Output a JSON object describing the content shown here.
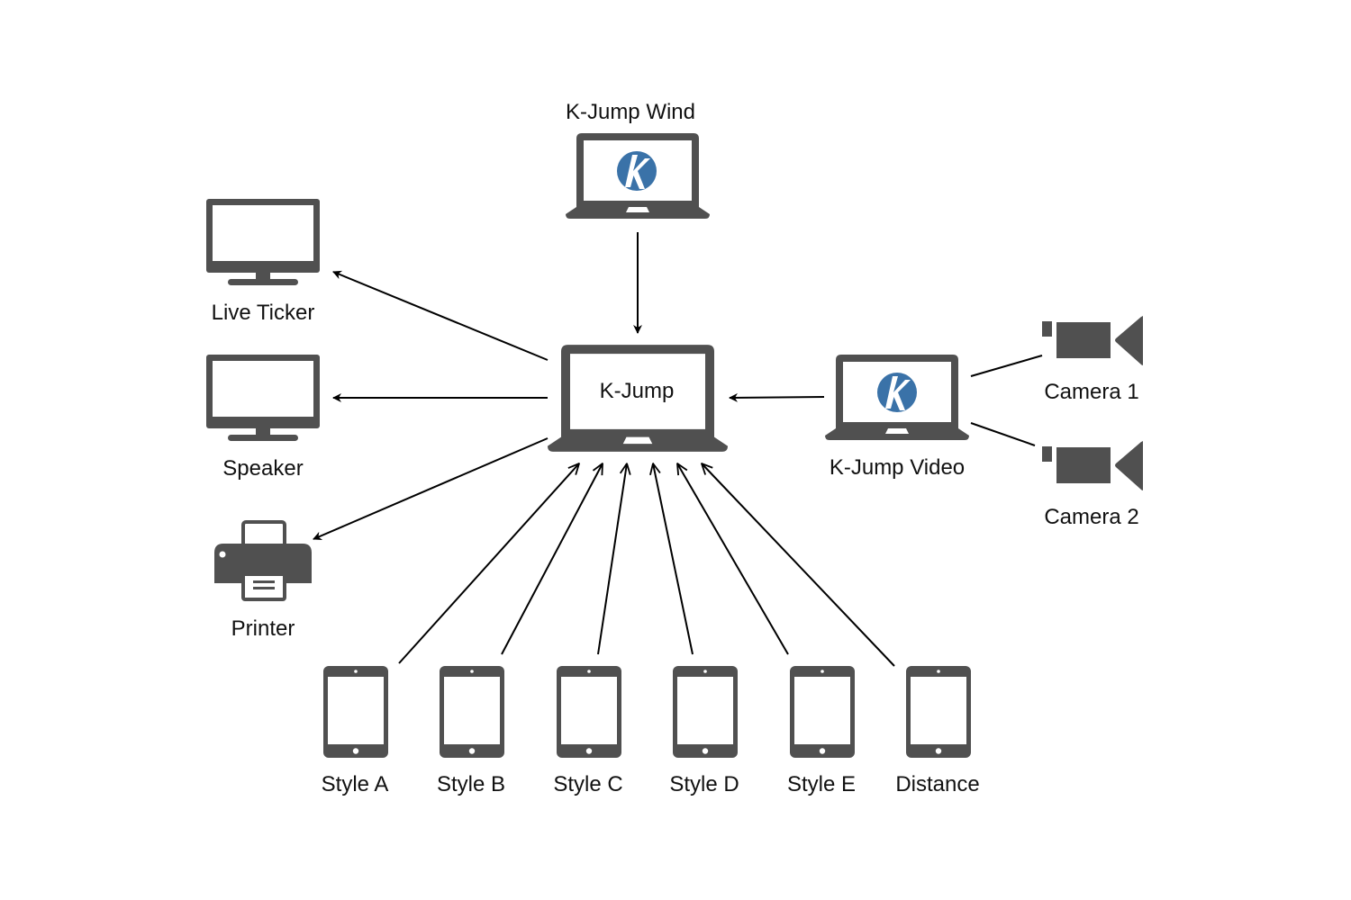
{
  "diagram": {
    "colors": {
      "icon": "#505050",
      "edge": "#000000",
      "logo": "#3a72a8",
      "text": "#111111",
      "background": "#ffffff"
    },
    "nodes": {
      "kjump": {
        "label": "K-Jump",
        "type": "laptop-icon"
      },
      "kjump_wind": {
        "label": "K-Jump Wind",
        "type": "laptop-icon",
        "logo": "k-logo-icon"
      },
      "kjump_video": {
        "label": "K-Jump Video",
        "type": "laptop-icon",
        "logo": "k-logo-icon"
      },
      "live_ticker": {
        "label": "Live Ticker",
        "type": "monitor-icon"
      },
      "speaker": {
        "label": "Speaker",
        "type": "monitor-icon"
      },
      "printer": {
        "label": "Printer",
        "type": "printer-icon"
      },
      "camera1": {
        "label": "Camera 1",
        "type": "video-camera-icon"
      },
      "camera2": {
        "label": "Camera 2",
        "type": "video-camera-icon"
      },
      "tablets": [
        {
          "label": "Style A",
          "type": "tablet-icon"
        },
        {
          "label": "Style B",
          "type": "tablet-icon"
        },
        {
          "label": "Style C",
          "type": "tablet-icon"
        },
        {
          "label": "Style D",
          "type": "tablet-icon"
        },
        {
          "label": "Style E",
          "type": "tablet-icon"
        },
        {
          "label": "Distance",
          "type": "tablet-icon"
        }
      ]
    },
    "edges": [
      {
        "from": "K-Jump Wind",
        "to": "K-Jump",
        "arrow": "filled"
      },
      {
        "from": "K-Jump Video",
        "to": "K-Jump",
        "arrow": "filled"
      },
      {
        "from": "K-Jump",
        "to": "Live Ticker",
        "arrow": "filled"
      },
      {
        "from": "K-Jump",
        "to": "Speaker",
        "arrow": "filled"
      },
      {
        "from": "K-Jump",
        "to": "Printer",
        "arrow": "filled"
      },
      {
        "from": "Camera 1",
        "to": "K-Jump Video",
        "arrow": "none"
      },
      {
        "from": "Camera 2",
        "to": "K-Jump Video",
        "arrow": "none"
      },
      {
        "from": "Style A",
        "to": "K-Jump",
        "arrow": "open"
      },
      {
        "from": "Style B",
        "to": "K-Jump",
        "arrow": "open"
      },
      {
        "from": "Style C",
        "to": "K-Jump",
        "arrow": "open"
      },
      {
        "from": "Style D",
        "to": "K-Jump",
        "arrow": "open"
      },
      {
        "from": "Style E",
        "to": "K-Jump",
        "arrow": "open"
      },
      {
        "from": "Distance",
        "to": "K-Jump",
        "arrow": "open"
      }
    ]
  }
}
